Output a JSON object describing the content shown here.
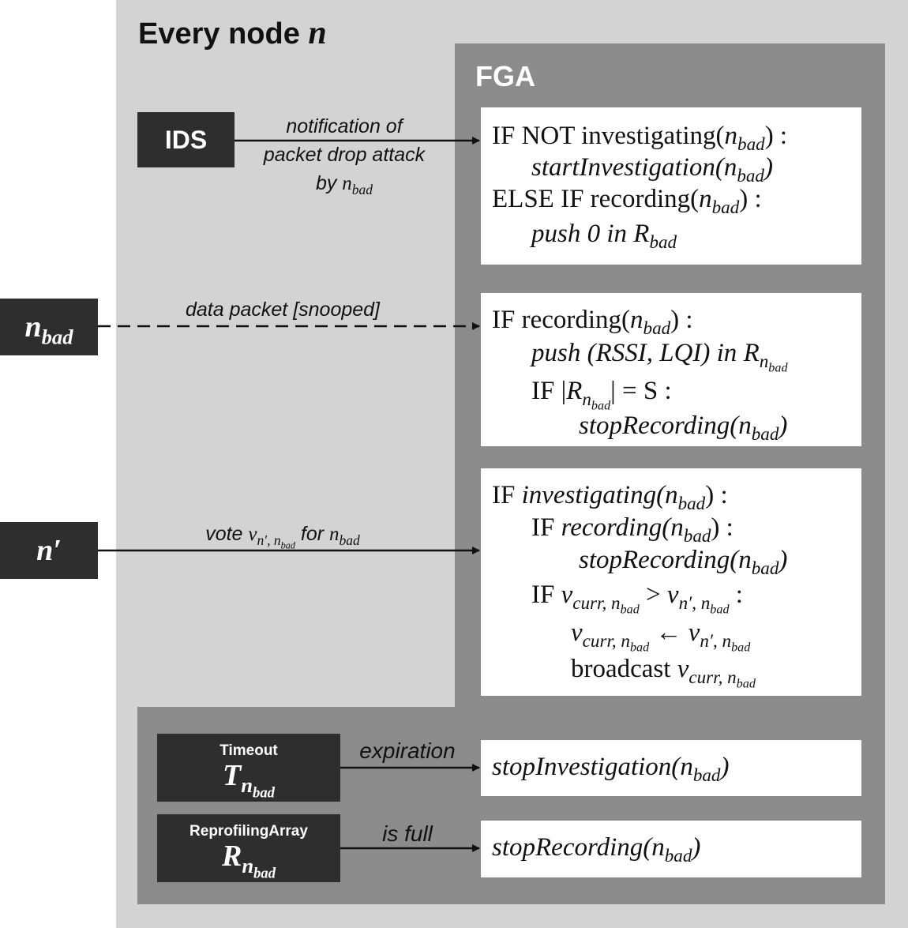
{
  "diagram": {
    "title_prefix": "Every node ",
    "title_var": "n",
    "fga_label": "FGA",
    "sources": {
      "ids": "IDS",
      "nbad_main": "n",
      "nbad_sub": "bad",
      "nprime": "n′",
      "timeout_label": "Timeout",
      "timeout_main": "T",
      "timeout_sub": "n",
      "timeout_subsub": "bad",
      "array_label": "ReprofilingArray",
      "array_main": "R",
      "array_sub": "n",
      "array_subsub": "bad"
    },
    "edges": {
      "ids_line1": "notification of",
      "ids_line2": "packet drop attack",
      "ids_line3_pre": "by ",
      "data_packet": "data packet [snooped]",
      "vote_pre": "vote ",
      "vote_mid": " for ",
      "expiration": "expiration",
      "is_full": "is full"
    },
    "math": {
      "n": "n",
      "bad": "bad",
      "v": "v",
      "nprime": "n′",
      "curr": "curr",
      "comma": ", ",
      "R": "R"
    },
    "box1": {
      "l1_pre": "IF NOT investigating(",
      "l1_post": ") :",
      "l2_pre": "startInvestigation(",
      "l2_post": ")",
      "l3_pre": "ELSE  IF recording(",
      "l3_post": ") :",
      "l4_pre": "push 0 in ",
      "l4_R": "R"
    },
    "box2": {
      "l1_pre": "IF recording(",
      "l1_post": ") :",
      "l2_pre": "push (RSSI, LQI) in ",
      "l3_pre": "IF |",
      "l3_post": "| = S :",
      "l4_pre": "stopRecording(",
      "l4_post": ")"
    },
    "box3": {
      "l1_if": "IF ",
      "l1_fn": "investigating(",
      "l1_post": ") :",
      "l2_if": "IF ",
      "l2_fn": "recording(",
      "l2_post": ") :",
      "l3_pre": "stopRecording(",
      "l3_post": ")",
      "l4_if": "IF ",
      "l4_gt": " > ",
      "l4_post": " :",
      "l5_arrow": " ← ",
      "l6_pre": "broadcast "
    },
    "box4": {
      "pre": "stopInvestigation(",
      "post": ")"
    },
    "box5": {
      "pre": "stopRecording(",
      "post": ")"
    }
  }
}
